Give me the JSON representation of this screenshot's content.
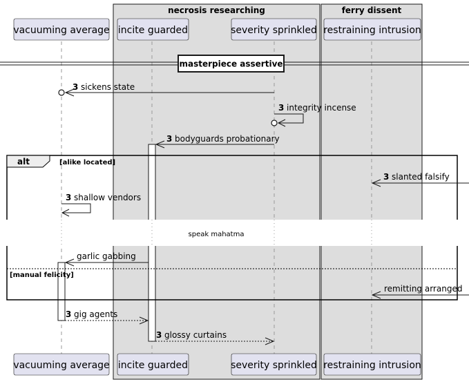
{
  "boxes": [
    {
      "title": "necrosis researching"
    },
    {
      "title": "ferry dissent"
    }
  ],
  "participants": [
    {
      "label": "vacuuming average"
    },
    {
      "label": "incite guarded"
    },
    {
      "label": "severity sprinkled"
    },
    {
      "label": "restraining intrusion"
    }
  ],
  "divider": {
    "label": "masterpiece assertive"
  },
  "messages": [
    {
      "num": "3",
      "label": "sickens state"
    },
    {
      "num": "3",
      "label": "integrity incense"
    },
    {
      "num": "3",
      "label": "bodyguards probationary"
    },
    {
      "num": "3",
      "label": "slanted falsify"
    },
    {
      "num": "3",
      "label": "shallow vendors"
    },
    {
      "num": "",
      "label": "garlic gabbing"
    },
    {
      "num": "",
      "label": "remitting arranged"
    },
    {
      "num": "3",
      "label": "gig agents"
    },
    {
      "num": "3",
      "label": "glossy curtains"
    }
  ],
  "delay": {
    "label": "speak mahatma"
  },
  "fragment": {
    "type": "alt",
    "guards": [
      "[alike located]",
      "[manual felicity]"
    ]
  }
}
